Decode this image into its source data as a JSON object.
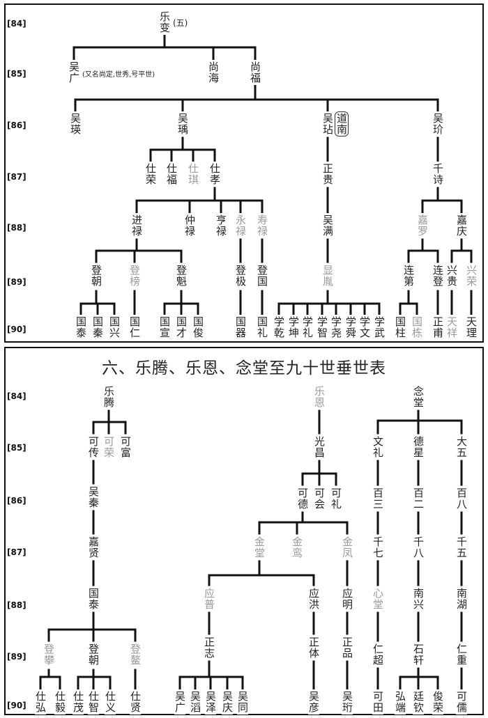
{
  "generation_labels": [
    "[84]",
    "[85]",
    "[86]",
    "[87]",
    "[88]",
    "[89]",
    "[90]"
  ],
  "top": {
    "notes": {
      "wu_guang_alias": "(又名尚定,世秀,号平世)",
      "lebian_five": "(五)"
    },
    "g84": [
      "乐变"
    ],
    "g85": [
      "吴广",
      "尚海",
      "尚福"
    ],
    "g86": [
      "吴瑛",
      "吴瑀",
      "吴玷",
      "道南",
      "吴玠"
    ],
    "g87": [
      "仕荣",
      "仕福",
      "仕琪",
      "仕孝",
      "正贵",
      "千诗"
    ],
    "g88": [
      "进禄",
      "仲禄",
      "亨禄",
      "永禄",
      "寿禄",
      "吴满",
      "嘉罗",
      "嘉庆"
    ],
    "g89": [
      "登朝",
      "登榜",
      "登魁",
      "登极",
      "登国",
      "显胤",
      "连第",
      "连登",
      "兴贵",
      "兴荣"
    ],
    "g90": [
      "国泰",
      "国秦",
      "国兴",
      "国仁",
      "国宣",
      "国才",
      "国俊",
      "国器",
      "国礼",
      "学乾",
      "学坤",
      "学礼",
      "学智",
      "学尧",
      "学舜",
      "学文",
      "学武",
      "国柱",
      "国栋",
      "正甫",
      "天祥",
      "天理"
    ]
  },
  "bottom": {
    "title": "六、乐腾、乐恩、念堂至九十世垂世表",
    "g84": [
      "乐腾",
      "乐恩",
      "念堂"
    ],
    "g85": [
      "可传",
      "可荣",
      "可富",
      "光昌",
      "文礼",
      "德星",
      "大五"
    ],
    "g86": [
      "吴秦",
      "可德",
      "可会",
      "可礼",
      "百三",
      "百二",
      "百八"
    ],
    "g87": [
      "嘉贤",
      "金堂",
      "金鸾",
      "金凤",
      "千七",
      "千八",
      "千五"
    ],
    "g88": [
      "国泰",
      "应普",
      "应洪",
      "应明",
      "心堂",
      "南兴",
      "南湖"
    ],
    "g89": [
      "登攀",
      "登朝",
      "登鳌",
      "正志",
      "正体",
      "正品",
      "仁超",
      "石轩",
      "仁重"
    ],
    "g90": [
      "仕弘",
      "仕毅",
      "仕茂",
      "仕智",
      "仕义",
      "仕贤",
      "吴广",
      "吴滔",
      "吴泽",
      "吴庆",
      "吴同",
      "吴彦",
      "吴珩",
      "可田",
      "弘端",
      "廷钦",
      "俊荣",
      "可儒"
    ]
  }
}
